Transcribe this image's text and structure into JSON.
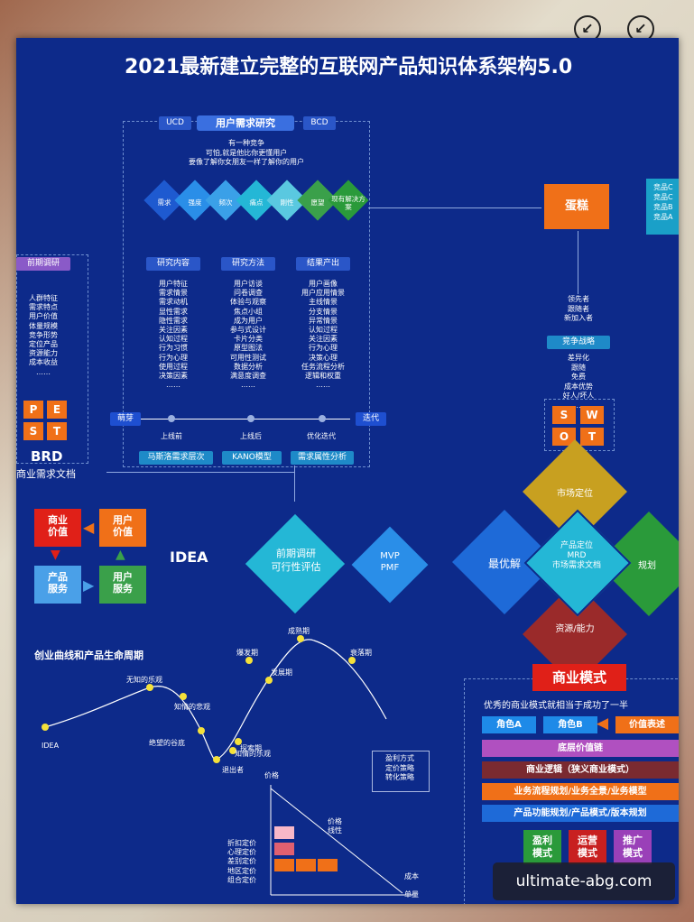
{
  "title": "2021最新建立完整的互联网产品知识体系架构5.0",
  "top_icons": [
    "collapse-icon",
    "collapse-icon"
  ],
  "research": {
    "ucd": "UCD",
    "heading": "用户需求研究",
    "bcd": "BCD",
    "intro": [
      "有一种竞争",
      "可怕,就是他比你更懂用户",
      "要像了解你女朋友一样了解你的用户"
    ],
    "diamonds": [
      "需求",
      "强度",
      "频次",
      "痛点",
      "刚性",
      "愿望",
      "现有解决方案"
    ],
    "col_heads": [
      "研究内容",
      "研究方法",
      "结果产出"
    ],
    "col1": [
      "用户特征",
      "需求情景",
      "需求动机",
      "显性需求",
      "隐性需求",
      "关注因素",
      "认知过程",
      "行为习惯",
      "行为心理",
      "使用过程",
      "决策因素",
      "……"
    ],
    "col2": [
      "用户访谈",
      "问卷调查",
      "体验与观察",
      "焦点小组",
      "成为用户",
      "参与式设计",
      "卡片分类",
      "原型图法",
      "可用性测试",
      "数据分析",
      "满意度调查",
      "……"
    ],
    "col3": [
      "用户画像",
      "用户应用情景",
      "主线情景",
      "分支情景",
      "异常情景",
      "认知过程",
      "关注因素",
      "行为心理",
      "决策心理",
      "任务流程分析",
      "逻辑和权重",
      "……"
    ],
    "timeline_left": "萌芽",
    "timeline_right": "迭代",
    "timeline_labels": [
      "上线前",
      "上线后",
      "优化迭代"
    ],
    "bottom_pills": [
      "马斯洛需求层次",
      "KANO模型",
      "需求属性分析"
    ]
  },
  "cake": {
    "label": "蛋糕",
    "leaders": [
      "领先者",
      "跟随者",
      "新加入者"
    ],
    "competitors": [
      "竞品C",
      "竞品C",
      "竞品B",
      "竞品A"
    ]
  },
  "strategy": {
    "heading": "竞争战略",
    "items": [
      "差异化",
      "跟随",
      "免费",
      "成本优势",
      "好人/坏人",
      "……"
    ]
  },
  "swot": [
    "S",
    "W",
    "O",
    "T"
  ],
  "pre_research": {
    "heading": "前期调研",
    "items": [
      "人群特征",
      "需求特点",
      "用户价值",
      "体量规模",
      "竞争形势",
      "定位产品",
      "资源能力",
      "成本收益",
      "……"
    ]
  },
  "pest": [
    "P",
    "E",
    "S",
    "T"
  ],
  "brd": {
    "title": "BRD",
    "subtitle": "商业需求文档"
  },
  "value_loop": {
    "biz_value": "商业\n价值",
    "user_value": "用户\n价值",
    "product": "产品\n服务",
    "user_service": "用户\n服务"
  },
  "idea": "IDEA",
  "diamonds_mid": {
    "feasibility": "前期调研\n可行性评估",
    "mvp": "MVP\nPMF",
    "best": "最优解",
    "market": "市场定位",
    "mrd": "产品定位\nMRD\n市场需求文档",
    "plan": "规划",
    "resource": "资源/能力"
  },
  "curve": {
    "title": "创业曲线和产品生命周期",
    "labels": [
      "IDEA",
      "无知的乐观",
      "知情的悲观",
      "绝望的谷底",
      "退出者",
      "探索期",
      "知情的乐观",
      "爆发期",
      "发展期",
      "成熟期",
      "衰落期"
    ]
  },
  "profit": [
    "盈利方式",
    "定价策略",
    "转化策略"
  ],
  "pricing": {
    "axis_y": "价格",
    "axis_x": "单量",
    "price_line": "价格\n线性",
    "cost": "成本",
    "legend": [
      "折扣定价",
      "心理定价",
      "差别定价",
      "地区定价",
      "组合定价"
    ]
  },
  "biz_model": {
    "heading": "商业模式",
    "tagline": "优秀的商业模式就相当于成功了一半",
    "role_a": "角色A",
    "role_b": "角色B",
    "value": "价值表述",
    "rows": [
      "底层价值链",
      "商业逻辑（狭义商业模式）",
      "业务流程规划/业务全景/业务模型",
      "产品功能规划/产品模式/版本规划"
    ],
    "modes": [
      "盈利\n模式",
      "运营\n模式",
      "推广\n模式"
    ]
  },
  "watermark": "ultimate-abg.com",
  "colors": {
    "board": "#0d2a8a",
    "accent": "#f5e13a",
    "cyan": "#24b7d6",
    "red": "#e02018",
    "orange": "#f07018",
    "green": "#3aa04a"
  }
}
